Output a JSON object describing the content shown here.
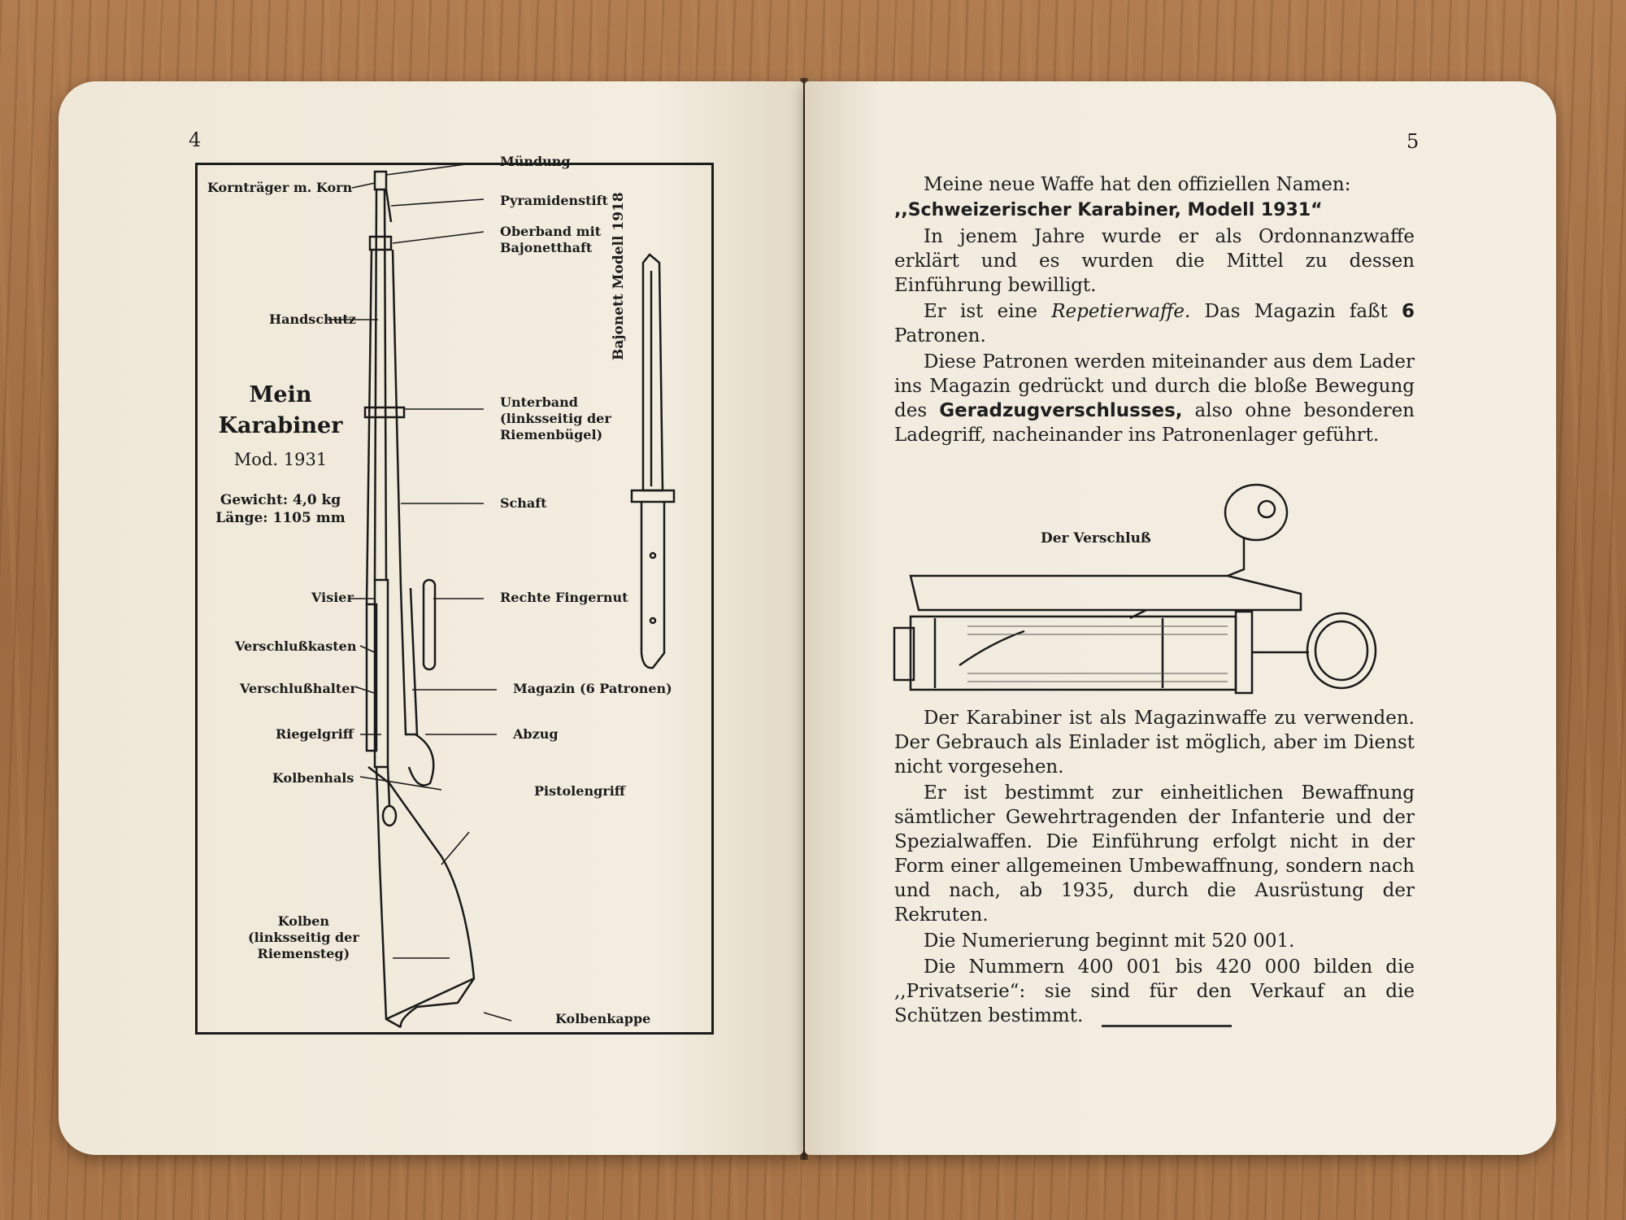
{
  "left_page": {
    "page_number": "4",
    "title": [
      "Mein",
      "Karabiner"
    ],
    "model": "Mod. 1931",
    "weight": "Gewicht: 4,0 kg",
    "length": "Länge: 1105 mm",
    "bayonet_label": "Bajonett Modell 1918",
    "labels": {
      "muendung": "Mündung",
      "korntraeger": "Kornträger m. Korn",
      "pyramidenstift": "Pyramidenstift",
      "oberband": "Oberband mit\nBajonetthaft",
      "handschutz": "Handschutz",
      "unterband": "Unterband\n(linksseitig der\nRiemenbügel)",
      "schaft": "Schaft",
      "visier": "Visier",
      "fingernut": "Rechte Fingernut",
      "verschlusskasten": "Verschlußkasten",
      "verschlusshalter": "Verschlußhalter",
      "magazin": "Magazin (6 Patronen)",
      "riegelgriff": "Riegelgriff",
      "abzug": "Abzug",
      "kolbenhals": "Kolbenhals",
      "pistolengriff": "Pistolengriff",
      "kolben": "Kolben\n(linksseitig der\nRiemensteg)",
      "kolbenkappe": "Kolbenkappe"
    }
  },
  "right_page": {
    "page_number": "5",
    "p1": "Meine neue Waffe hat den offiziellen Namen:",
    "p1_name": ",,Schweizerischer Karabiner, Modell 1931“",
    "p2": "In jenem Jahre wurde er als Ordonnanzwaffe erklärt und es wurden die Mittel zu dessen Einführung bewilligt.",
    "p3_a": "Er ist eine ",
    "p3_em": "Repetierwaffe.",
    "p3_b": " Das Magazin faßt ",
    "p3_num": "6",
    "p3_c": " Patronen.",
    "p4_a": "Diese Patronen werden miteinander aus dem Lader ins Magazin gedrückt und durch die bloße Bewegung des ",
    "p4_bold": "Geradzugverschlusses,",
    "p4_b": " also ohne besonderen Ladegriff, nacheinander ins Patronenlager geführt.",
    "bolt_caption": "Der Verschluß",
    "p5": "Der Karabiner ist als Magazinwaffe zu verwenden. Der Gebrauch als Einlader ist möglich, aber im Dienst nicht vorgesehen.",
    "p6": "Er ist bestimmt zur einheitlichen Bewaffnung sämtlicher Gewehrtragenden der Infanterie und der Spezialwaffen. Die Einführung erfolgt nicht in der Form einer allgemeinen Umbewaffnung, sondern nach und nach, ab 1935, durch die Ausrüstung der Rekruten.",
    "p7": "Die Numerierung beginnt mit 520 001.",
    "p8": "Die Nummern 400 001 bis 420 000 bilden die ,,Privatserie“: sie sind für den Verkauf an die Schützen bestimmt."
  }
}
